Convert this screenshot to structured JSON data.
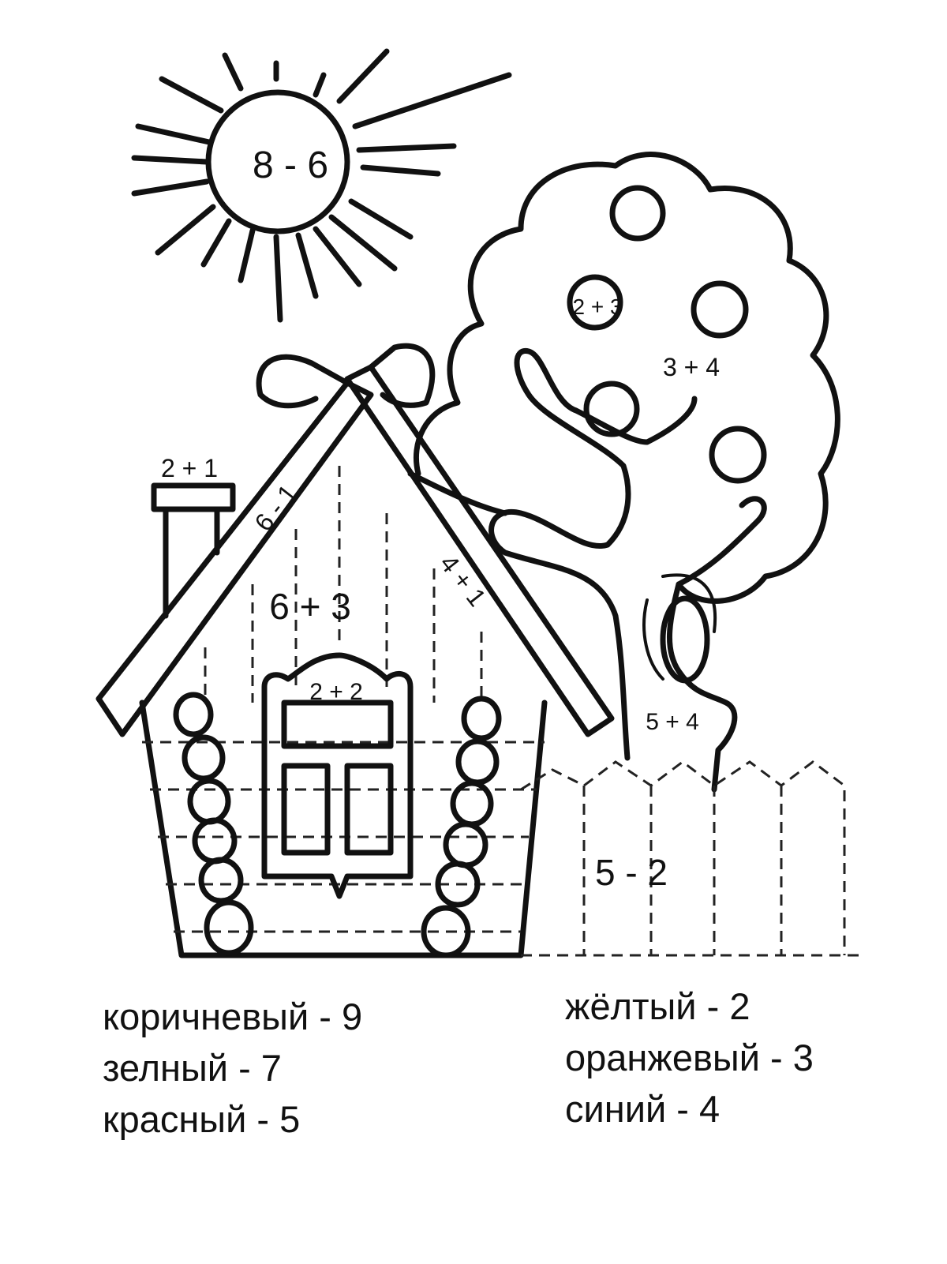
{
  "drawing": {
    "sun_label": "8 - 6",
    "apple_label": "2 + 3",
    "tree_crown_label": "3 + 4",
    "chimney_label": "2 + 1",
    "roof_left_label": "6 - 1",
    "roof_right_label": "4 + 1",
    "house_wall_label": "6 + 3",
    "window_label": "2 + 2",
    "trunk_label": "5 + 4",
    "fence_label": "5 - 2"
  },
  "legend": {
    "left": [
      "коричневый - 9",
      "зелный - 7",
      "красный - 5"
    ],
    "right": [
      "жёлтый - 2",
      "оранжевый - 3",
      "синий - 4"
    ]
  }
}
